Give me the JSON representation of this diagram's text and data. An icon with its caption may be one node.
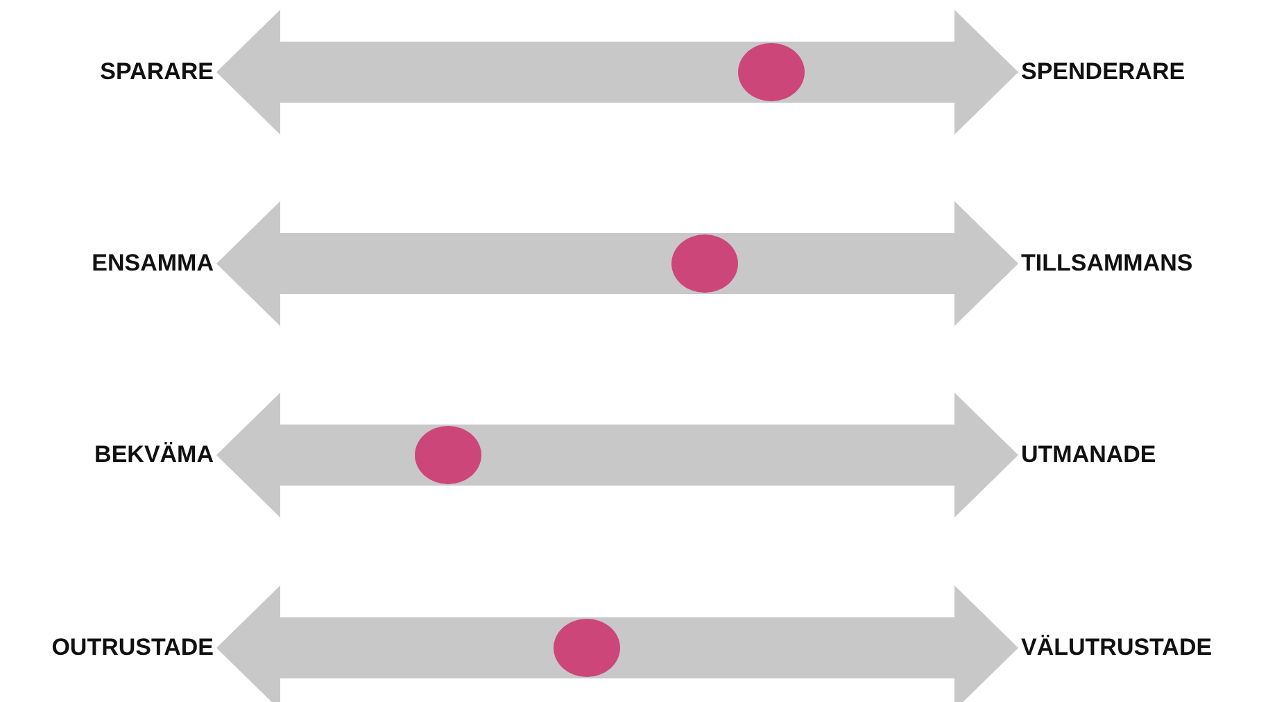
{
  "diagram": {
    "nodes": [
      {
        "text": [
          "SPARARE"
        ]
      },
      {
        "text": [
          "SPENDERARE"
        ]
      },
      {
        "text": [
          "ENSAMMA"
        ]
      },
      {
        "text": [
          "TILLSAMMANS"
        ]
      },
      {
        "text": [
          "BEKVÄMA"
        ]
      },
      {
        "text": [
          "UTMANADE"
        ]
      },
      {
        "text": [
          "OUTRUSTADE"
        ]
      },
      {
        "text": [
          "VÄLUTRUSTADE"
        ]
      }
    ],
    "edges": [
      {
        "from": 0,
        "to": 1,
        "arrow": "both"
      },
      {
        "from": 2,
        "to": 3,
        "arrow": "both"
      },
      {
        "from": 4,
        "to": 5,
        "arrow": "both"
      },
      {
        "from": 6,
        "to": 7,
        "arrow": "both"
      }
    ]
  }
}
